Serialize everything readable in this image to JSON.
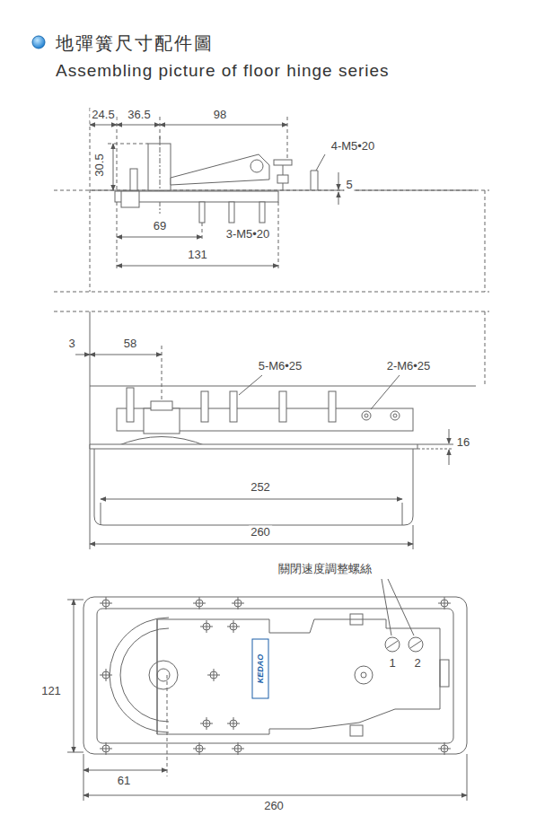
{
  "diagram": {
    "title": "地彈簧尺寸配件圖",
    "labels": [
      "24.5",
      "36.5",
      "98",
      "30.5",
      "4-M5•20",
      "5",
      "69",
      "3-M5•20",
      "131",
      "3",
      "58",
      "5-M6•25",
      "2-M6•25",
      "16",
      "252",
      "260",
      "Assembling picture of floor hinge series",
      "關閉速度調整螺絲",
      "1",
      "2",
      "KEDAO",
      "121",
      "61",
      "260"
    ]
  }
}
